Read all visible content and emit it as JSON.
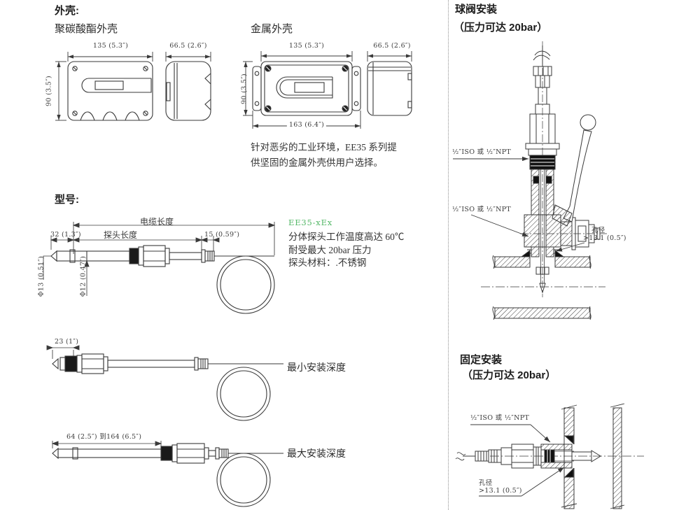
{
  "page": {
    "accent_green": "#55b868",
    "line_color": "#3a3a3a",
    "background": "#ffffff"
  },
  "enclosure": {
    "heading": "外壳:",
    "polycarbonate": {
      "label": "聚碳酸酯外壳",
      "dim_width": "135 (5.3″)",
      "dim_depth": "66.5 (2.6″)",
      "dim_height": "90 (3.5″)"
    },
    "metal": {
      "label": "金属外壳",
      "dim_width": "135 (5.3″)",
      "dim_depth": "66.5 (2.6″)",
      "dim_height": "90 (3.5″)",
      "dim_outer_width": "163 (6.4″)",
      "caption_line1": "针对恶劣的工业环境，EE35 系列提",
      "caption_line2": "供坚固的金属外壳供用户选择。"
    }
  },
  "model": {
    "heading": "型号:",
    "dim_cable_length": "电缆长度",
    "dim_probe_length": "探头长度",
    "dim_32": "32 (1.3″)",
    "dim_15": "15 (0.59″)",
    "dim_phi13": "Φ13 (0.51″)",
    "dim_phi12": "Φ12 (0.47″)",
    "code": "EE35-xEx",
    "desc_line1": "分体探头工作温度高达 60℃",
    "desc_line2": "耐受最大 20bar 压力",
    "desc_line3": "探头材料：.不锈钢",
    "min_depth": {
      "dim": "23 (1″)",
      "label": "最小安装深度"
    },
    "max_depth": {
      "dim": "64 (2.5″) 到164 (6.5″)",
      "label": "最大安装深度"
    }
  },
  "ball_valve": {
    "heading": "球阀安装",
    "subheading": "（压力可达 20bar）",
    "thread_label_top": "½″ISO 或 ½″NPT",
    "thread_label_bottom": "½″ISO 或 ½″NPT",
    "bore_label": "孔径",
    "bore_value": ">13.1 (0.5″)"
  },
  "fixed_mount": {
    "heading": "固定安装",
    "subheading": "（压力可达 20bar）",
    "thread_label": "½″ISO 或 ½″NPT",
    "bore_label": "孔径",
    "bore_value": ">13.1 (0.5″)"
  }
}
